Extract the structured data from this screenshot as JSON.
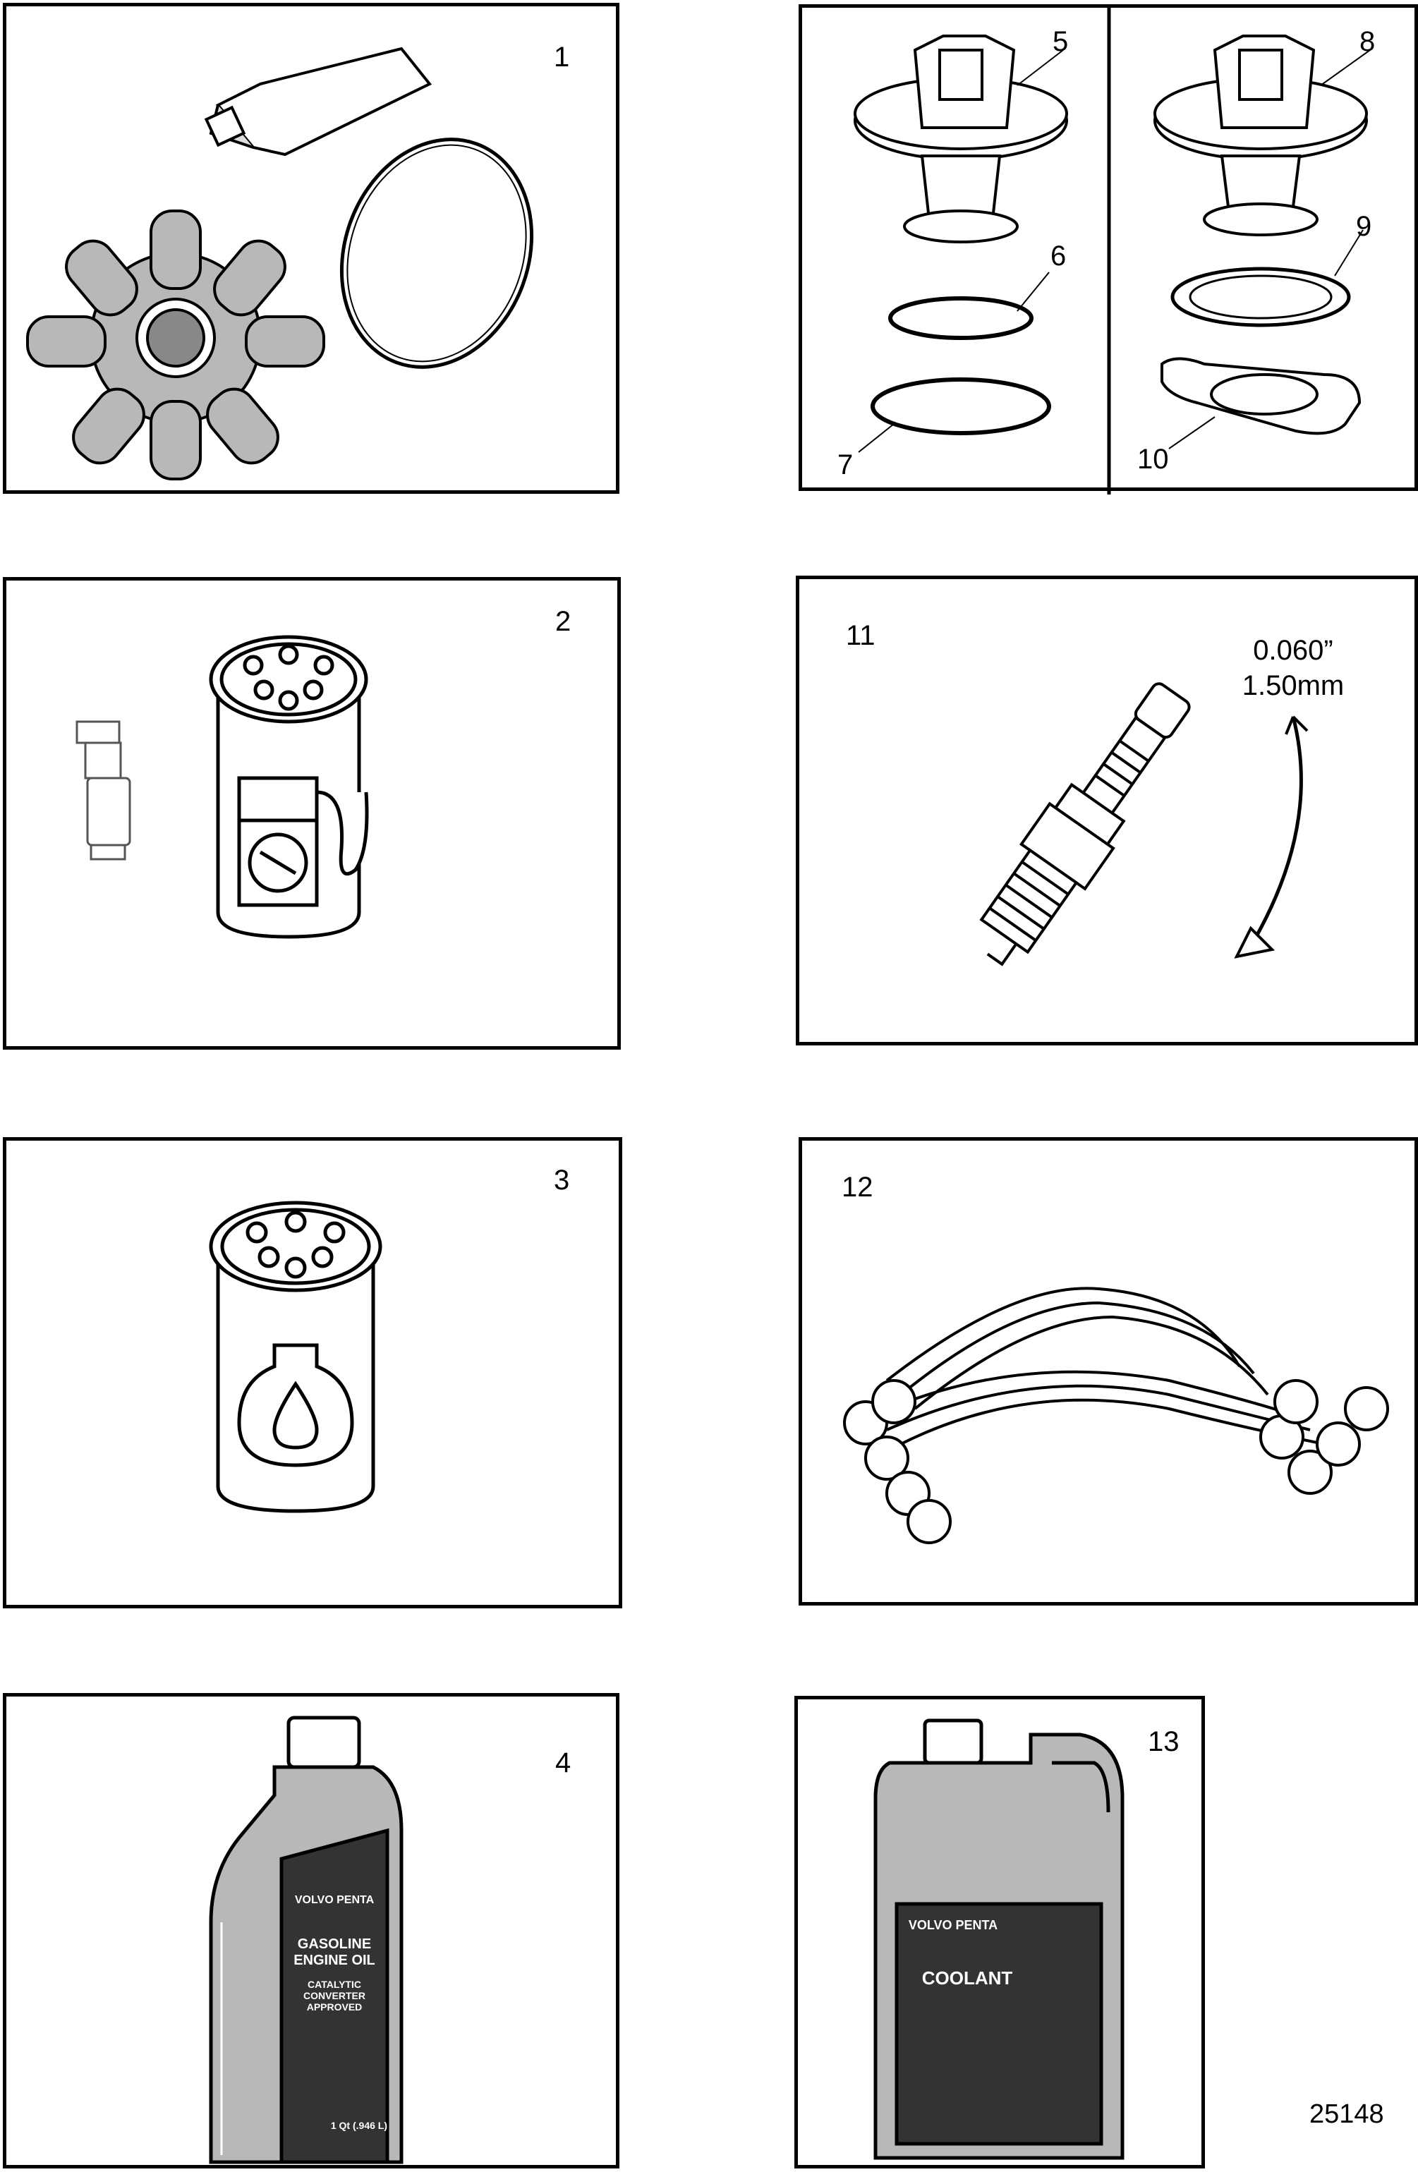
{
  "panels": {
    "p1": {
      "number": "1"
    },
    "p2": {
      "number": "2"
    },
    "p3": {
      "number": "3"
    },
    "p4": {
      "number": "4",
      "bottle": {
        "brand": "VOLVO PENTA",
        "product": "GASOLINE ENGINE OIL",
        "note": "CATALYTIC CONVERTER APPROVED",
        "volume": "1 Qt (.946 L)"
      }
    },
    "p5": {
      "number": "5",
      "labels": {
        "n6": "6",
        "n7": "7"
      }
    },
    "p8": {
      "number": "8",
      "labels": {
        "n9": "9",
        "n10": "10"
      }
    },
    "p11": {
      "number": "11",
      "gap_in": "0.060”",
      "gap_mm": "1.50mm"
    },
    "p12": {
      "number": "12"
    },
    "p13": {
      "number": "13",
      "jug": {
        "brand": "VOLVO PENTA",
        "product": "COOLANT"
      }
    }
  },
  "figure_ref": "25148",
  "colors": {
    "line": "#000000",
    "fill": "#ffffff",
    "shade": "#b8b8b8",
    "label_dark": "#333333"
  }
}
